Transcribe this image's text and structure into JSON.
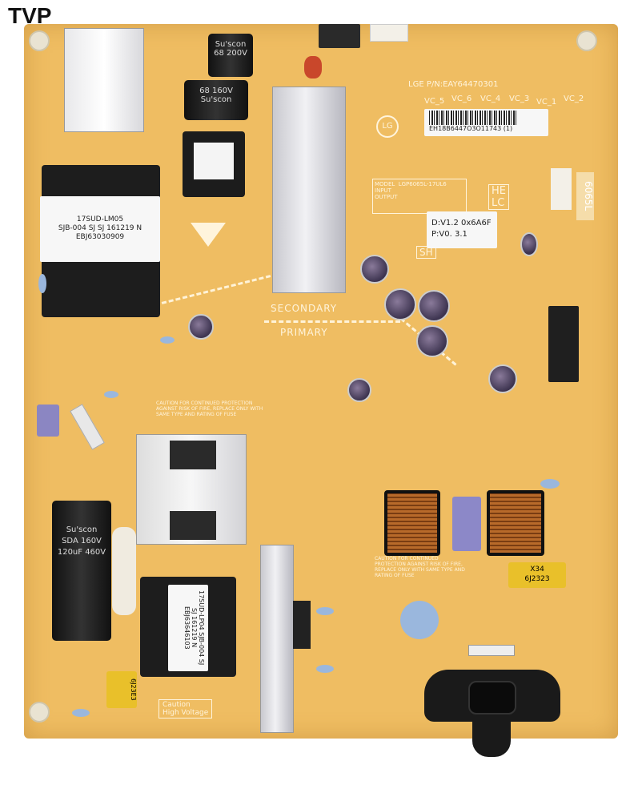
{
  "watermark": "TVP",
  "board": {
    "color": "#efbd62",
    "zones": {
      "secondary": "SECONDARY",
      "primary": "PRIMARY"
    },
    "top_caps": [
      {
        "text": "68 200V",
        "brand": "Su'scon"
      },
      {
        "text": "68 160V",
        "brand": "Su'scon"
      }
    ],
    "main_transformer_label": [
      "17SUD-LM05",
      "SJB-004 SJ SJ 161219 N",
      "EBJ63030909"
    ],
    "part_number": "LGE P/N:EAY64470301",
    "barcode_text": "EH18B6447O3O11743 (1)",
    "version_label": [
      "D:V1.2 0x6A6F",
      "P:V0. 3.1"
    ],
    "model_table": {
      "model_label": "MODEL",
      "model": "LGP6065L-17UL6",
      "input_label": "INPUT",
      "output_label": "OUTPUT"
    },
    "side_code": "6065L",
    "he_lc": [
      "HE",
      "LC"
    ],
    "sh": "SH",
    "led_labels": [
      "VC_5",
      "VC_6",
      "VC_4",
      "VC_3",
      "VC_1",
      "VC_2"
    ],
    "bulk_caps": {
      "brand": "Su'scon",
      "text": "SDA 160V 120uF 460V"
    },
    "caution_hv": [
      "Caution",
      "High Voltage"
    ],
    "caution_fire": "CAUTION FOR CONTINUED PROTECTION AGAINST RISK OF FIRE, REPLACE ONLY WITH SAME TYPE AND RATING OF FUSE",
    "small_transformer_label": [
      "17SUD-LP04",
      "SJB-004 SJ SJ 161219 N",
      "EBJ63646103"
    ],
    "x_cap_label": [
      "X34",
      "6J2323"
    ],
    "y_cap_label": "6J23E3"
  }
}
